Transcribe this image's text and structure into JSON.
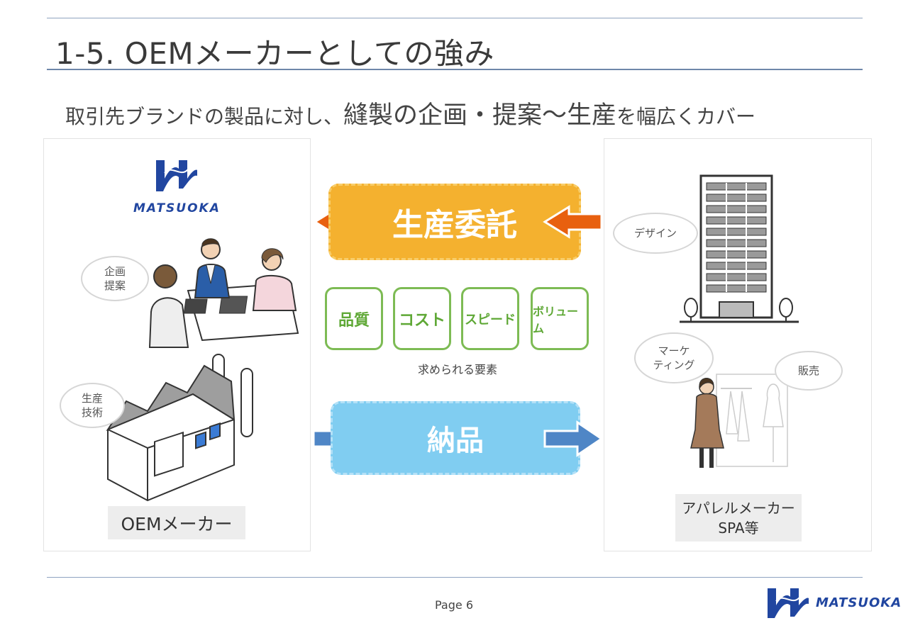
{
  "header": {
    "title": "1-5. OEMメーカーとしての強み",
    "subtitle_part1": "取引先ブランドの製品に対し、",
    "subtitle_part2": "縫製の企画・提案～生産",
    "subtitle_part3": "を幅広くカバー"
  },
  "left_panel": {
    "logo_text": "MATSUOKA",
    "bubble_planning": "企画\n提案",
    "bubble_production": "生産\n技術",
    "label": "OEMメーカー"
  },
  "center": {
    "commission_label": "生産委託",
    "requirements": [
      "品質",
      "コスト",
      "スピード",
      "ボリューム"
    ],
    "requirements_caption": "求められる要素",
    "delivery_label": "納品"
  },
  "right_panel": {
    "bubble_design": "デザイン",
    "bubble_marketing": "マーケ\nティング",
    "bubble_sales": "販売",
    "label": "アパレルメーカー\nSPA等"
  },
  "footer": {
    "page_number": "Page 6",
    "logo_text": "MATSUOKA"
  },
  "colors": {
    "orange_band": "#f4b12f",
    "orange_arrow": "#e8600f",
    "blue_band": "#80cdf1",
    "blue_arrow": "#4f86c6",
    "green": "#7dbb54",
    "brand_blue": "#2146a0"
  }
}
